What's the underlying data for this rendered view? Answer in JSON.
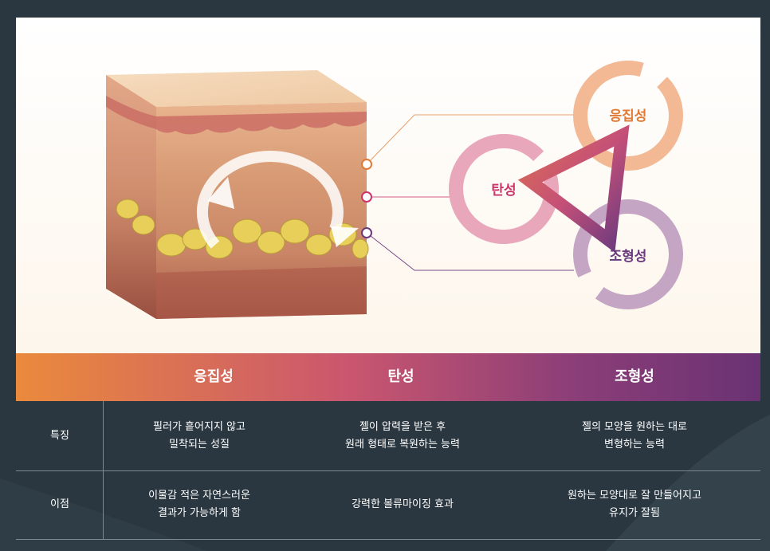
{
  "diagram": {
    "labels": {
      "cohesion": "응집성",
      "elasticity": "탄성",
      "shaping": "조형성"
    },
    "colors": {
      "cohesion": "#f2b994",
      "elasticity": "#e9a7bb",
      "shaping": "#c4a5c4",
      "orange_text": "#e07a36",
      "pink_text": "#c9356b",
      "purple_text": "#6b3a7d"
    }
  },
  "band": {
    "col1": "응집성",
    "col2": "탄성",
    "col3": "조형성"
  },
  "table": {
    "row1": {
      "head": "특징",
      "c1": [
        "필러가 흩어지지 않고",
        "밀착되는 성질"
      ],
      "c2": [
        "젤이 압력을 받은 후",
        "원래 형태로 복원하는 능력"
      ],
      "c3": [
        "젤의 모양을 원하는 대로",
        "변형하는 능력"
      ]
    },
    "row2": {
      "head": "이점",
      "c1": [
        "이물감 적은 자연스러운",
        "결과가 가능하게 함"
      ],
      "c2": [
        "강력한 볼류마이징 효과"
      ],
      "c3": [
        "원하는 모양대로 잘 만들어지고",
        "유지가 잘됨"
      ]
    }
  }
}
